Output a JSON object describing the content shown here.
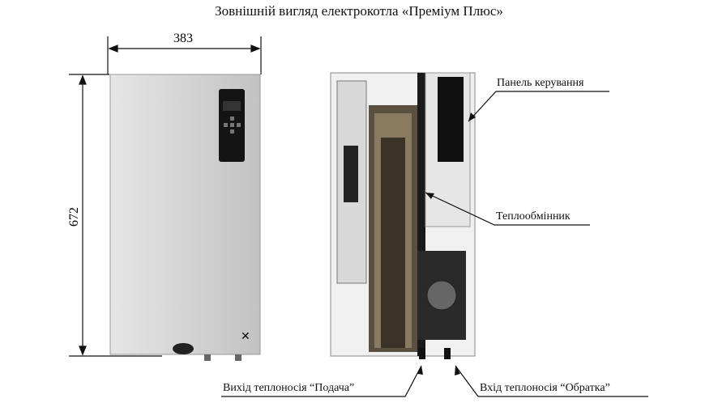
{
  "title": "Зовнішній вигляд електрокотла «Преміум Плюс»",
  "dimensions": {
    "width": "383",
    "height": "672"
  },
  "labels": {
    "control_panel": "Панель керування",
    "heat_exchanger": "Теплообмінник",
    "supply_outlet": "Вихід теплоносія “Подача”",
    "return_inlet": "Вхід теплоносія “Обратка”"
  }
}
